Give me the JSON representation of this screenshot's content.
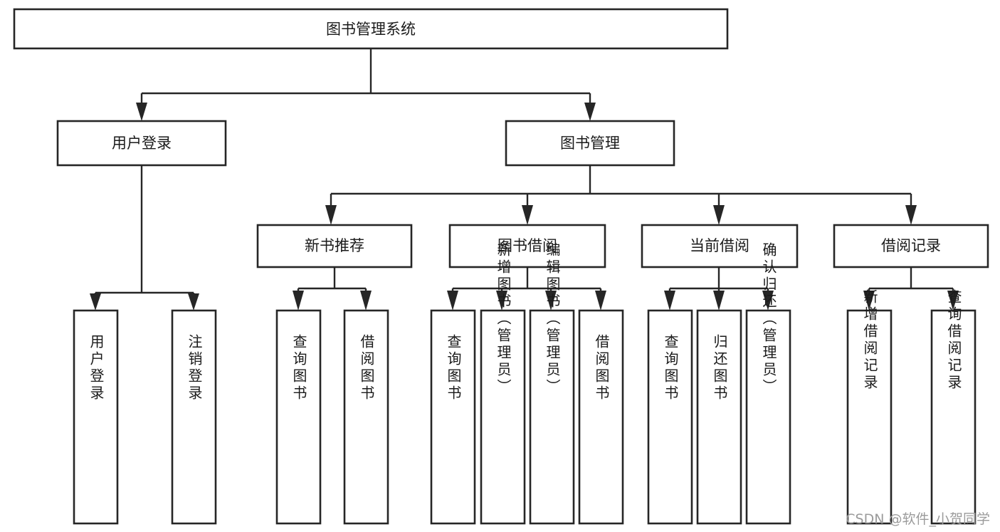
{
  "diagram": {
    "type": "tree",
    "title": "图书管理系统",
    "watermark": "CSDN @软件_小贺同学",
    "colors": {
      "stroke": "#262626",
      "fill": "#ffffff",
      "text": "#1a1a1a",
      "watermark": "#9b9b9b"
    },
    "levels": {
      "root": "图书管理系统",
      "level2": [
        "用户登录",
        "图书管理"
      ],
      "level3": [
        "新书推荐",
        "图书借阅",
        "当前借阅",
        "借阅记录"
      ]
    },
    "nodes": {
      "root": "图书管理系统",
      "user_login": "用户登录",
      "book_manage": "图书管理",
      "new_book_rec": "新书推荐",
      "book_borrow": "图书借阅",
      "current_borrow": "当前借阅",
      "borrow_record": "借阅记录",
      "leaf_user_login": "用户登录",
      "leaf_logout": "注销登录",
      "leaf_query_book_1": "查询图书",
      "leaf_borrow_book_1": "借阅图书",
      "leaf_query_book_2": "查询图书",
      "leaf_add_book_admin": "新增图书（管理员）",
      "leaf_edit_book_admin": "编辑图书（管理员）",
      "leaf_borrow_book_2": "借阅图书",
      "leaf_query_book_3": "查询图书",
      "leaf_return_book": "归还图书",
      "leaf_confirm_return_admin": "确认归还（管理员）",
      "leaf_add_record": "新增借阅记录",
      "leaf_query_record": "查询借阅记录"
    },
    "edges": [
      {
        "from": "图书管理系统",
        "to": "用户登录"
      },
      {
        "from": "图书管理系统",
        "to": "图书管理"
      },
      {
        "from": "用户登录",
        "to": "用户登录"
      },
      {
        "from": "用户登录",
        "to": "注销登录"
      },
      {
        "from": "图书管理",
        "to": "新书推荐"
      },
      {
        "from": "图书管理",
        "to": "图书借阅"
      },
      {
        "from": "图书管理",
        "to": "当前借阅"
      },
      {
        "from": "图书管理",
        "to": "借阅记录"
      },
      {
        "from": "新书推荐",
        "to": "查询图书"
      },
      {
        "from": "新书推荐",
        "to": "借阅图书"
      },
      {
        "from": "图书借阅",
        "to": "查询图书"
      },
      {
        "from": "图书借阅",
        "to": "新增图书（管理员）"
      },
      {
        "from": "图书借阅",
        "to": "编辑图书（管理员）"
      },
      {
        "from": "图书借阅",
        "to": "借阅图书"
      },
      {
        "from": "当前借阅",
        "to": "查询图书"
      },
      {
        "from": "当前借阅",
        "to": "归还图书"
      },
      {
        "from": "当前借阅",
        "to": "确认归还（管理员）"
      },
      {
        "from": "借阅记录",
        "to": "新增借阅记录"
      },
      {
        "from": "借阅记录",
        "to": "查询借阅记录"
      }
    ]
  }
}
